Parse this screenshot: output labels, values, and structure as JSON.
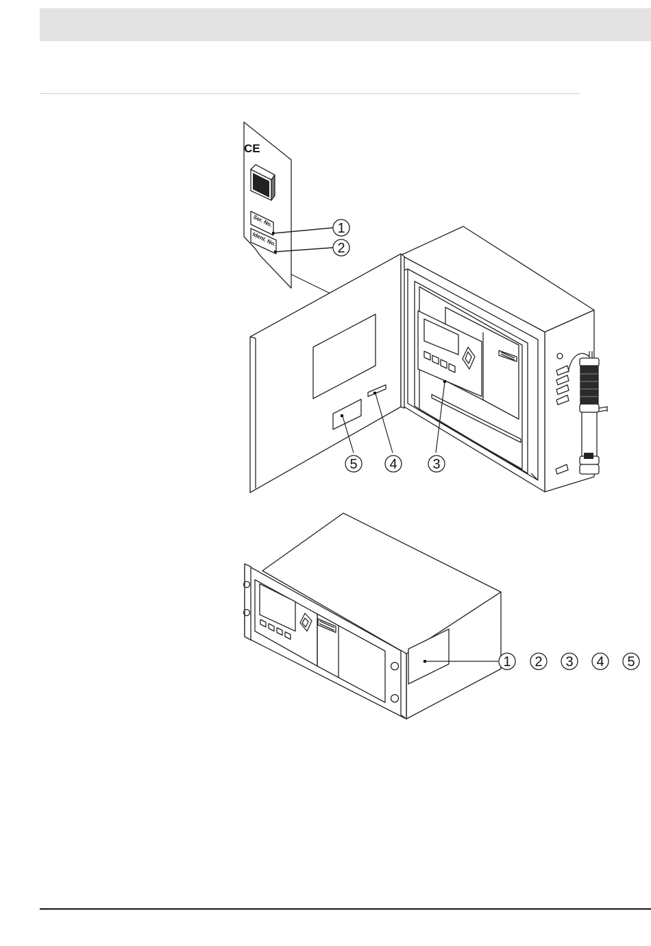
{
  "plate": {
    "mark": "CE",
    "field_serial": "Ser. No.",
    "field_ident": "Ident. No."
  },
  "wall_unit_callouts": [
    "1",
    "2",
    "3",
    "4",
    "5"
  ],
  "rack_unit_callouts": [
    "1",
    "2",
    "3",
    "4",
    "5"
  ]
}
